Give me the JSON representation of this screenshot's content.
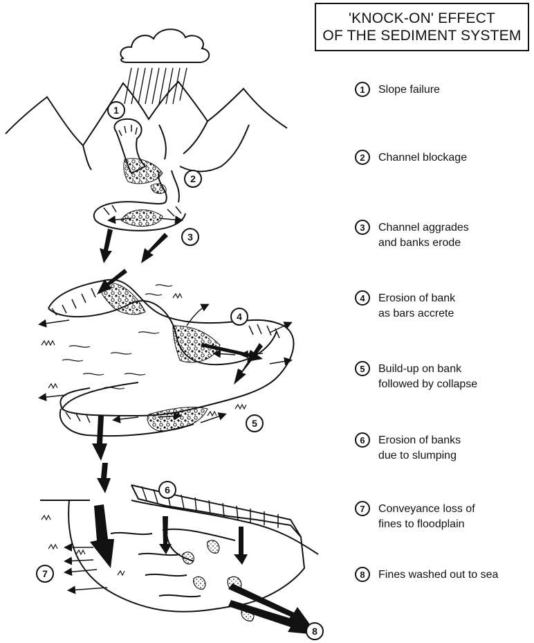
{
  "title": {
    "line1": "'KNOCK-ON' EFFECT",
    "line2": "OF THE SEDIMENT SYSTEM"
  },
  "legend": [
    {
      "num": "1",
      "lines": [
        "Slope failure"
      ]
    },
    {
      "num": "2",
      "lines": [
        "Channel blockage"
      ]
    },
    {
      "num": "3",
      "lines": [
        "Channel aggrades",
        "and banks erode"
      ]
    },
    {
      "num": "4",
      "lines": [
        "Erosion of bank",
        "as bars accrete"
      ]
    },
    {
      "num": "5",
      "lines": [
        "Build-up on bank",
        "followed by collapse"
      ]
    },
    {
      "num": "6",
      "lines": [
        "Erosion of banks",
        "due to slumping"
      ]
    },
    {
      "num": "7",
      "lines": [
        "Conveyance loss of",
        "fines to floodplain"
      ]
    },
    {
      "num": "8",
      "lines": [
        "Fines washed out to sea"
      ]
    }
  ],
  "callouts": [
    "1",
    "2",
    "3",
    "4",
    "5",
    "6",
    "7",
    "8"
  ],
  "colors": {
    "ink": "#111111",
    "paper": "#ffffff"
  }
}
